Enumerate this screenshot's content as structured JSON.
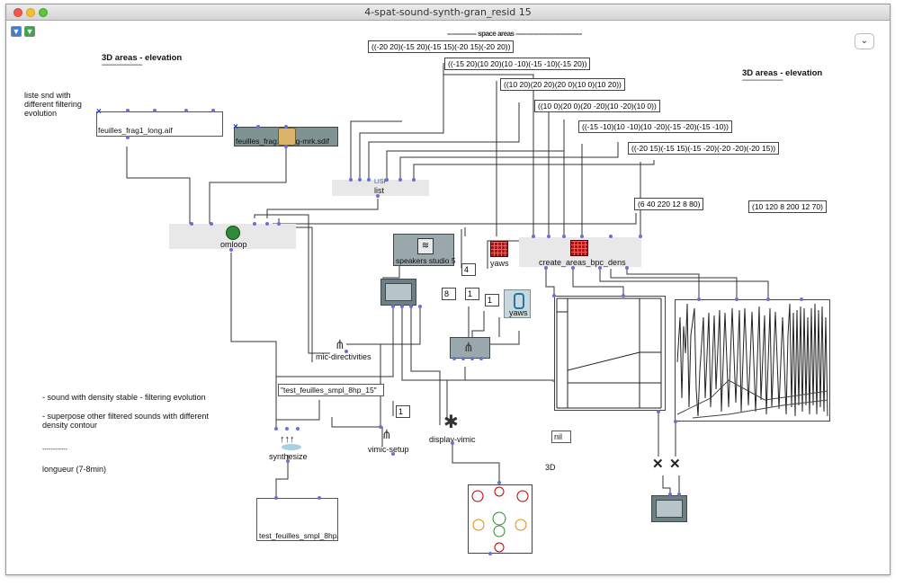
{
  "window": {
    "title": "4-spat-sound-synth-gran_resid 15"
  },
  "toolbar": {
    "down_icon": "down-arrow-icon",
    "up_icon": "up-arrow-icon",
    "dropdown_symbol": "⌄"
  },
  "comments": {
    "space_areas": "--------------- space areas ----------------------------------",
    "areas_left_title": "3D areas - elevation",
    "areas_left_dashes": "------------------------------",
    "areas_right_title": "3D areas - elevation",
    "areas_right_dashes": "------------------------------",
    "liste_1": "liste snd with",
    "liste_2": "different filtering",
    "liste_3": "evolution",
    "note_1": "- sound with density stable - filtering evolution",
    "note_2a": "- superpose other filtered sounds with different",
    "note_2b": "density contour",
    "note_dashes": "------------",
    "note_3": "longueur (7-8min)",
    "label_3d": "3D"
  },
  "lists": [
    "((-20 20)(-15 20)(-15 15)(-20 15)(-20 20))",
    "((-15 20)(10 20)(10 -10)(-15 -10)(-15 20))",
    "((10 20)(20 20)(20 0)(10 0)(10 20))",
    "((10 0)(20 0)(20 -20)(10 -20)(10 0))",
    "((-15 -10)(10 -10)(10 -20)(-15 -20)(-15 -10))",
    "((-20 15)(-15 15)(-15 -20)(-20 -20)(-20 15))",
    "(6 40 220 12 8 80)",
    "(10 120 8 200 12 70)"
  ],
  "objects": {
    "file1": "feuilles_frag1_long.aif",
    "file2": "feuilles_frag1_long-mrk.sdif",
    "lisp_label": "LISP",
    "list": "list",
    "omloop": "omloop",
    "speakers": "speakers studio 5",
    "yaws1": "yaws",
    "yaws2": "yaws",
    "create_areas": "create_areas_bpc_dens",
    "mic_dir": "mic-directivities",
    "string_in": "\"test_feuilles_smpl_8hp_15\"",
    "synthesize": "synthesize",
    "vimic_setup": "vimic-setup",
    "display_vimic": "display-vimic",
    "nil": "nil",
    "output_file": "test_feuilles_smpl_8hp."
  },
  "numbers": {
    "n4": "4",
    "n8": "8",
    "n1a": "1",
    "n1b": "1",
    "n1c": "1"
  },
  "colors": {
    "inlet": "#6b6fd6",
    "omloop_icon": "#2f8a3a",
    "yaws_grid": "#a31919",
    "object_fill": "#6e7f84"
  }
}
